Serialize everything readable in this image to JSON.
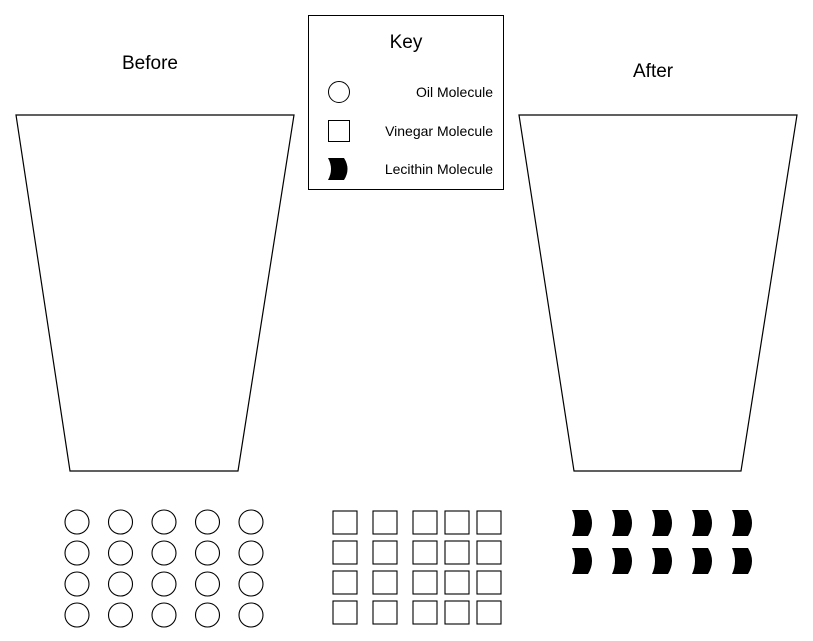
{
  "before_title": "Before",
  "after_title": "After",
  "key": {
    "title": "Key",
    "items": [
      {
        "symbol": "circle-icon",
        "label": "Oil Molecule"
      },
      {
        "symbol": "square-icon",
        "label": "Vinegar Molecule"
      },
      {
        "symbol": "lecithin-icon",
        "label": "Lecithin Molecule"
      }
    ]
  },
  "molecules": {
    "oil": {
      "rows": 4,
      "cols": 5
    },
    "vinegar": {
      "rows": 4,
      "cols": 5
    },
    "lecithin": {
      "rows": 2,
      "cols": 5
    }
  }
}
